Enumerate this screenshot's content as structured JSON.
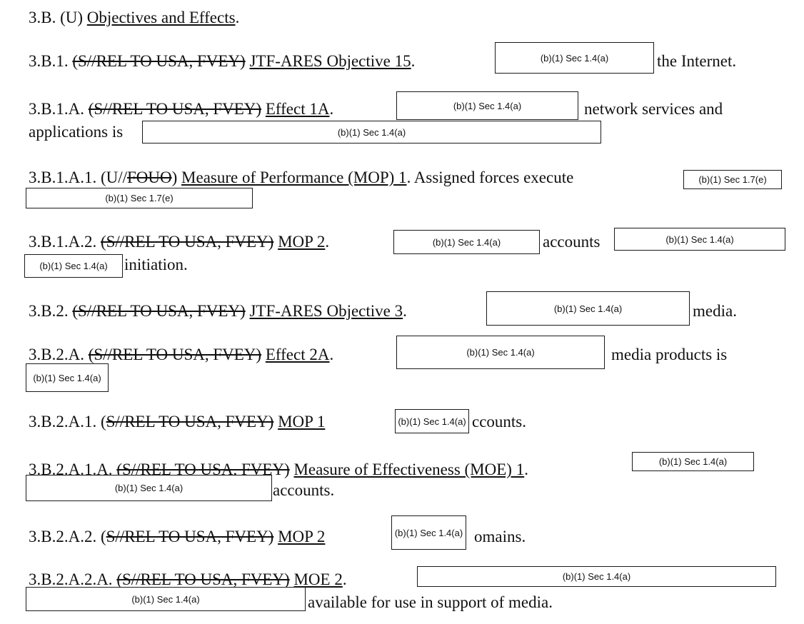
{
  "redaction_label": "(b)(1) Sec 1.4(a)",
  "redaction_label_17e": "(b)(1) Sec 1.7(e)",
  "paragraphs": {
    "p0": {
      "num": "3.B. (U) ",
      "title": "Objectives and Effects",
      "end": "."
    },
    "p1": {
      "num": "3.B.1. ",
      "class": "(S//REL TO USA, FVEY)",
      "title": "JTF-ARES Objective 15",
      "dot": ".",
      "after": "the Internet."
    },
    "p2": {
      "num": "3.B.1.A. ",
      "class": "(S//REL TO USA, FVEY)",
      "title": "Effect 1A",
      "dot": ".",
      "after": "network services and",
      "line2": "applications is"
    },
    "p3": {
      "num": "3.B.1.A.1. (U//",
      "class": "FOUO",
      "close": ") ",
      "title": "Measure of Performance (MOP) 1",
      "text": ".  Assigned forces execute"
    },
    "p4": {
      "num": "3.B.1.A.2. ",
      "class": "(S//REL TO USA, FVEY)",
      "title": "MOP 2",
      "dot": ".",
      "mid": "accounts",
      "line2": "initiation."
    },
    "p5": {
      "num": "3.B.2. ",
      "class": "(S//REL TO USA, FVEY)",
      "title": "JTF-ARES Objective 3",
      "dot": ".",
      "after": "media."
    },
    "p6": {
      "num": "3.B.2.A. ",
      "class": "(S//REL TO USA, FVEY)",
      "title": "Effect 2A",
      "dot": ".",
      "after": "media products is"
    },
    "p7": {
      "num": "3.B.2.A.1. (",
      "class": "S//REL TO USA, FVEY)",
      "title": "MOP 1",
      "after": "ccounts."
    },
    "p8": {
      "num": "3.B.2.A.1.A. ",
      "class": "(S//REL TO USA, FVEY)",
      "title": "Measure of Effectiveness (MOE) 1",
      "dot": ".",
      "line2": "accounts."
    },
    "p9": {
      "num": "3.B.2.A.2. (",
      "class": "S//REL TO USA, FVEY)",
      "title": "MOP 2",
      "after": "omains."
    },
    "p10": {
      "num": "3.B.2.A.2.A. ",
      "class": "(S//REL TO USA, FVEY)",
      "title": "MOE 2",
      "dot": ".",
      "line2": "available for use in support of media."
    }
  }
}
